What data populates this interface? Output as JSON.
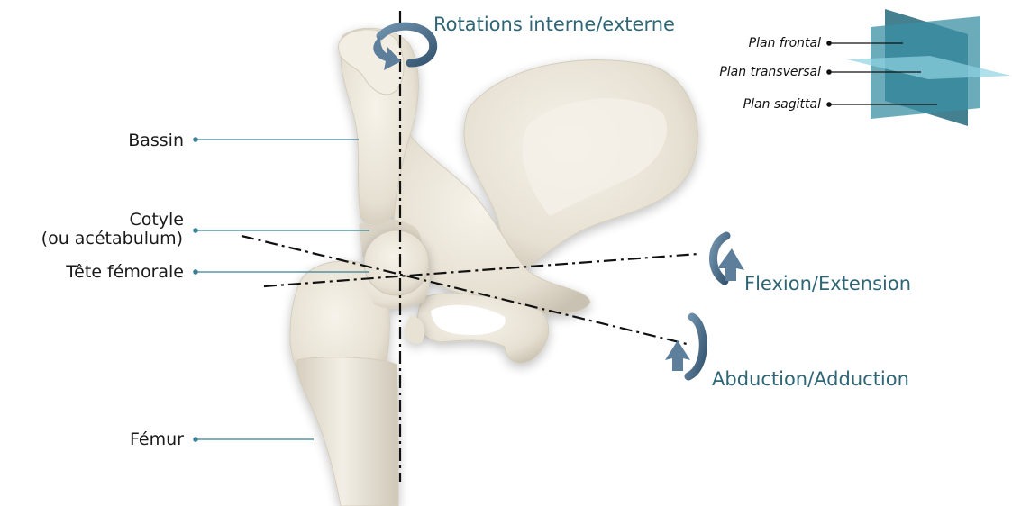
{
  "labels": {
    "bassin": "Bassin",
    "cotyle": "Cotyle",
    "cotyle_sub": "(ou acétabulum)",
    "tete": "Tête fémorale",
    "femur": "Fémur"
  },
  "movements": {
    "rotation": "Rotations interne/externe",
    "flexion": "Flexion/Extension",
    "abduction": "Abduction/Adduction"
  },
  "planes": {
    "frontal": "Plan frontal",
    "transversal": "Plan transversal",
    "sagittal": "Plan sagittal"
  },
  "colors": {
    "leader_line": "#3a7f93",
    "movement_text": "#2f6675",
    "arrow": "#4a6d8c",
    "bone": "#ece7db"
  }
}
